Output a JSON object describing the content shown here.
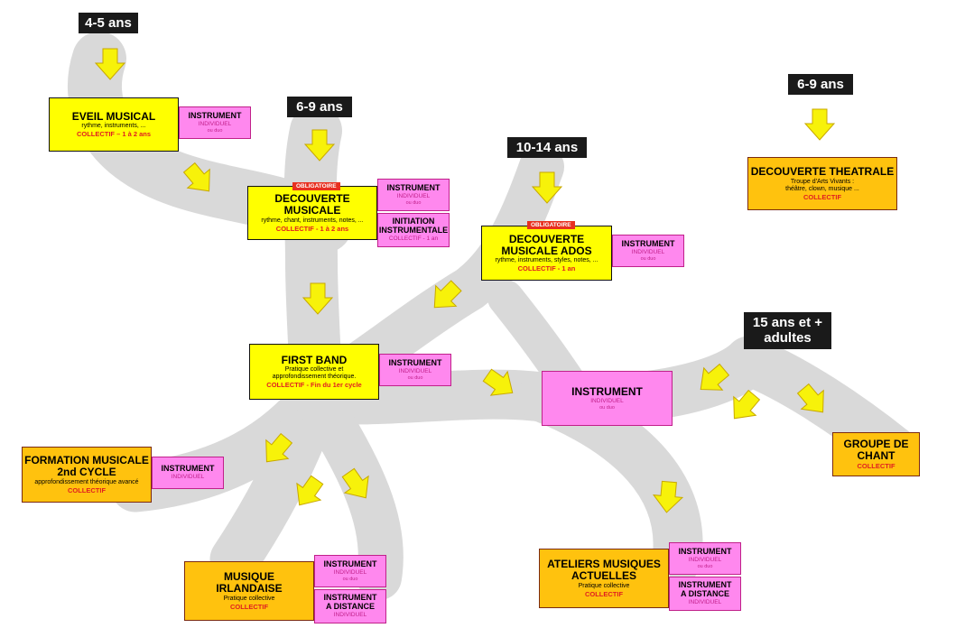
{
  "colors": {
    "path": "#d9d9d9",
    "yellow": "#ffff00",
    "orange": "#ffc20e",
    "pink": "#ff88ee",
    "arrow": "#f7f20a",
    "arrow_border": "#c8a800",
    "red_text": "#e02020"
  },
  "ages": {
    "a45": "4-5 ans",
    "a69": "6-9 ans",
    "a1014": "10-14 ans",
    "a69_theatre": "6-9 ans",
    "a15": "15 ans et +\nadultes"
  },
  "eveil": {
    "title": "EVEIL MUSICAL",
    "sub": "rythme, instruments, ...",
    "collectif": "COLLECTIF – 1 à 2 ans",
    "instr_title": "INSTRUMENT",
    "instr_sub": "INDIVIDUEL",
    "instr_sub2": "ou duo"
  },
  "decouverte": {
    "badge": "OBLIGATOIRE",
    "title": "DECOUVERTE MUSICALE",
    "sub": "rythme, chant, instruments, notes, ...",
    "collectif": "COLLECTIF - 1 à 2 ans",
    "instr_title": "INSTRUMENT",
    "instr_sub": "INDIVIDUEL",
    "instr_sub2": "ou duo",
    "init_title": "INITIATION INSTRUMENTALE",
    "init_sub": "COLLECTIF - 1 an"
  },
  "ados": {
    "badge": "OBLIGATOIRE",
    "title": "DECOUVERTE MUSICALE ADOS",
    "sub": "rythme, instruments, styles, notes, ...",
    "collectif": "COLLECTIF - 1 an",
    "instr_title": "INSTRUMENT",
    "instr_sub": "INDIVIDUEL",
    "instr_sub2": "ou duo"
  },
  "theatre": {
    "title": "DECOUVERTE THEATRALE",
    "sub": "Troupe d'Arts Vivants :\nthéâtre, clown, musique ...",
    "collectif": "COLLECTIF"
  },
  "firstband": {
    "title": "FIRST BAND",
    "sub": "Pratique collective et\napprofondissement théorique.",
    "collectif": "COLLECTIF - Fin du 1er cycle",
    "instr_title": "INSTRUMENT",
    "instr_sub": "INDIVIDUEL",
    "instr_sub2": "ou duo"
  },
  "instrument": {
    "title": "INSTRUMENT",
    "sub": "INDIVIDUEL",
    "sub2": "ou duo"
  },
  "formation": {
    "title": "FORMATION MUSICALE\n2nd CYCLE",
    "sub": "approfondissement théorique avancé",
    "collectif": "COLLECTIF",
    "instr_title": "INSTRUMENT",
    "instr_sub": "INDIVIDUEL"
  },
  "chant": {
    "title": "GROUPE DE\nCHANT",
    "collectif": "COLLECTIF"
  },
  "irlandaise": {
    "title": "MUSIQUE\nIRLANDAISE",
    "sub": "Pratique collective",
    "collectif": "COLLECTIF",
    "instr_title": "INSTRUMENT",
    "instr_sub": "INDIVIDUEL",
    "instr_sub2": "ou duo",
    "dist_title": "INSTRUMENT\nA DISTANCE",
    "dist_sub": "INDIVIDUEL"
  },
  "ateliers": {
    "title": "ATELIERS MUSIQUES\nACTUELLES",
    "sub": "Pratique collective",
    "collectif": "COLLECTIF",
    "instr_title": "INSTRUMENT",
    "instr_sub": "INDIVIDUEL",
    "instr_sub2": "ou duo",
    "dist_title": "INSTRUMENT\nA DISTANCE",
    "dist_sub": "INDIVIDUEL"
  }
}
